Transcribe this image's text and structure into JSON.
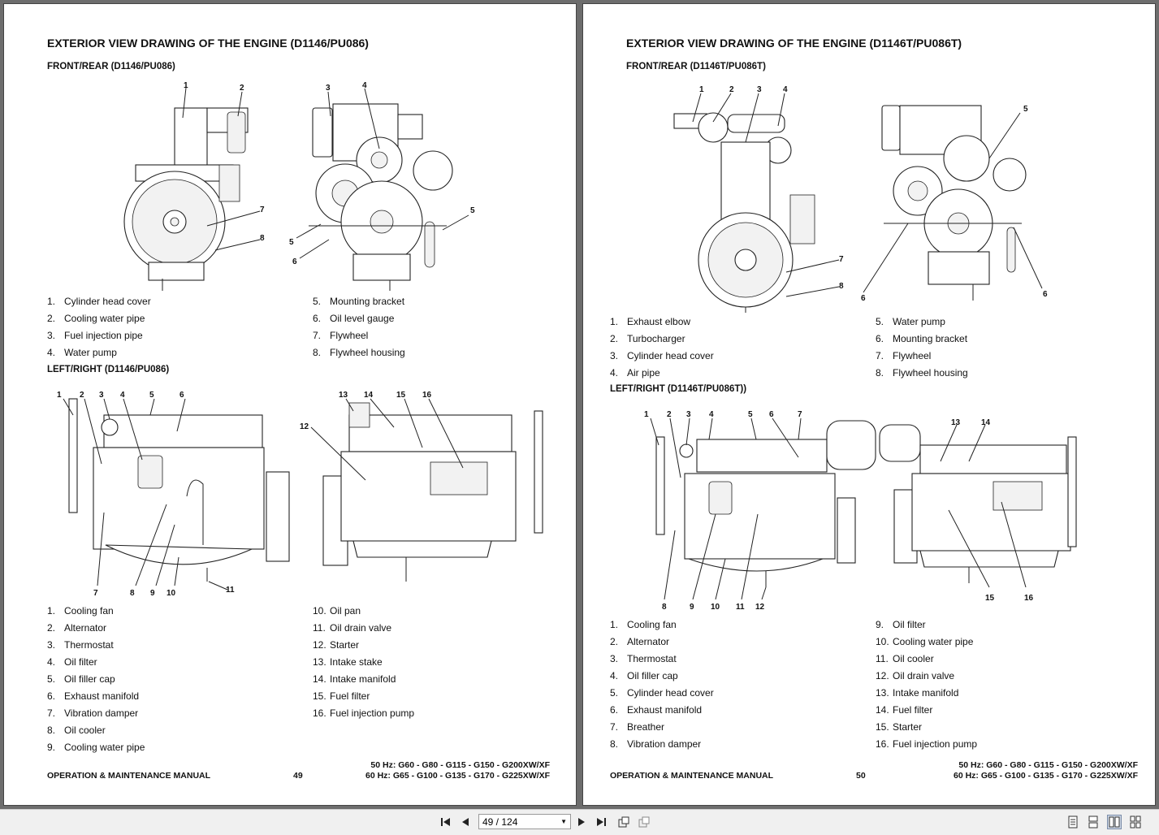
{
  "left_page": {
    "title": "EXTERIOR VIEW DRAWING OF THE ENGINE (D1146/PU086)",
    "sub1": "FRONT/REAR (D1146/PU086)",
    "sub2": "LEFT/RIGHT (D1146/PU086)",
    "fig1_callouts": [
      "1",
      "2",
      "3",
      "4",
      "5",
      "5",
      "6",
      "7",
      "8"
    ],
    "fig2_callouts": [
      "1",
      "2",
      "3",
      "4",
      "5",
      "6",
      "7",
      "8",
      "9",
      "10",
      "11",
      "12",
      "13",
      "14",
      "15",
      "16"
    ],
    "list1_col1": [
      {
        "n": "1.",
        "t": "Cylinder head cover"
      },
      {
        "n": "2.",
        "t": "Cooling water pipe"
      },
      {
        "n": "3.",
        "t": "Fuel injection pipe"
      },
      {
        "n": "4.",
        "t": "Water pump"
      }
    ],
    "list1_col2": [
      {
        "n": "5.",
        "t": "Mounting bracket"
      },
      {
        "n": "6.",
        "t": "Oil level gauge"
      },
      {
        "n": "7.",
        "t": "Flywheel"
      },
      {
        "n": "8.",
        "t": "Flywheel housing"
      }
    ],
    "list2_col1": [
      {
        "n": "1.",
        "t": "Cooling fan"
      },
      {
        "n": "2.",
        "t": "Alternator"
      },
      {
        "n": "3.",
        "t": "Thermostat"
      },
      {
        "n": "4.",
        "t": "Oil filter"
      },
      {
        "n": "5.",
        "t": "Oil filler cap"
      },
      {
        "n": "6.",
        "t": "Exhaust manifold"
      },
      {
        "n": "7.",
        "t": "Vibration damper"
      },
      {
        "n": "8.",
        "t": "Oil cooler"
      },
      {
        "n": "9.",
        "t": "Cooling water pipe"
      }
    ],
    "list2_col2": [
      {
        "n": "10.",
        "t": "Oil pan"
      },
      {
        "n": "11.",
        "t": "Oil drain valve"
      },
      {
        "n": "12.",
        "t": "Starter"
      },
      {
        "n": "13.",
        "t": "Intake stake"
      },
      {
        "n": "14.",
        "t": "Intake manifold"
      },
      {
        "n": "15.",
        "t": "Fuel filter"
      },
      {
        "n": "16.",
        "t": "Fuel injection pump"
      }
    ],
    "footer": "OPERATION & MAINTENANCE MANUAL",
    "page_number": "49",
    "models_50": "50 Hz: G60 - G80 - G115 - G150 - G200XW/XF",
    "models_60": "60 Hz: G65 - G100 - G135 - G170 - G225XW/XF"
  },
  "right_page": {
    "title": "EXTERIOR VIEW DRAWING OF THE ENGINE (D1146T/PU086T)",
    "sub1": "FRONT/REAR (D1146T/PU086T)",
    "sub2": "LEFT/RIGHT (D1146T/PU086T))",
    "fig1_callouts": [
      "1",
      "2",
      "3",
      "4",
      "5",
      "6",
      "6",
      "7",
      "8"
    ],
    "fig2_callouts": [
      "1",
      "2",
      "3",
      "4",
      "5",
      "6",
      "7",
      "8",
      "9",
      "10",
      "11",
      "12",
      "13",
      "14",
      "15",
      "16"
    ],
    "list1_col1": [
      {
        "n": "1.",
        "t": "Exhaust elbow"
      },
      {
        "n": "2.",
        "t": "Turbocharger"
      },
      {
        "n": "3.",
        "t": "Cylinder head cover"
      },
      {
        "n": "4.",
        "t": "Air pipe"
      }
    ],
    "list1_col2": [
      {
        "n": "5.",
        "t": "Water pump"
      },
      {
        "n": "6.",
        "t": "Mounting bracket"
      },
      {
        "n": "7.",
        "t": "Flywheel"
      },
      {
        "n": "8.",
        "t": "Flywheel housing"
      }
    ],
    "list2_col1": [
      {
        "n": "1.",
        "t": "Cooling fan"
      },
      {
        "n": "2.",
        "t": "Alternator"
      },
      {
        "n": "3.",
        "t": "Thermostat"
      },
      {
        "n": "4.",
        "t": "Oil filler cap"
      },
      {
        "n": "5.",
        "t": "Cylinder head cover"
      },
      {
        "n": "6.",
        "t": "Exhaust manifold"
      },
      {
        "n": "7.",
        "t": "Breather"
      },
      {
        "n": "8.",
        "t": "Vibration damper"
      }
    ],
    "list2_col2": [
      {
        "n": "9.",
        "t": "Oil filter"
      },
      {
        "n": "10.",
        "t": "Cooling water pipe"
      },
      {
        "n": "11.",
        "t": "Oil cooler"
      },
      {
        "n": "12.",
        "t": "Oil drain valve"
      },
      {
        "n": "13.",
        "t": "Intake manifold"
      },
      {
        "n": "14.",
        "t": "Fuel filter"
      },
      {
        "n": "15.",
        "t": "Starter"
      },
      {
        "n": "16.",
        "t": "Fuel injection pump"
      }
    ],
    "footer": "OPERATION & MAINTENANCE MANUAL",
    "page_number": "50",
    "models_50": "50 Hz: G60 - G80 - G115 - G150 - G200XW/XF",
    "models_60": "60 Hz: G65 - G100 - G135 - G170 - G225XW/XF"
  },
  "toolbar": {
    "page_indicator": "49 / 124",
    "icons": [
      "first-page-icon",
      "prev-page-icon",
      "next-page-icon",
      "last-page-icon",
      "rotate-icon",
      "copy-icon",
      "single-page-icon",
      "continuous-icon",
      "facing-icon",
      "continuous-facing-icon"
    ]
  }
}
